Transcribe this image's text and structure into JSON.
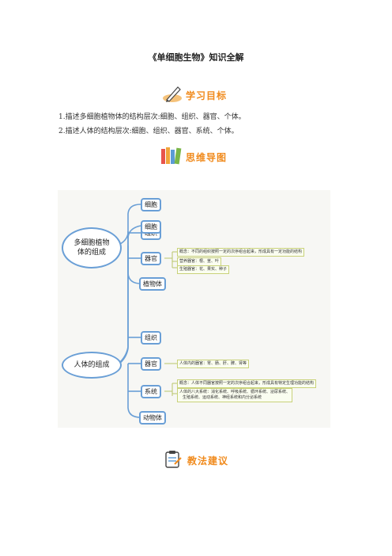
{
  "document": {
    "title": "《单细胞生物》知识全解"
  },
  "sections": {
    "goals_banner": "学习目标",
    "mindmap_banner": "思维导图",
    "teaching_banner": "教法建议"
  },
  "goals": [
    "1.描述多细胞植物体的结构层次:细胞、组织、器官、个体。",
    "2.描述人体的结构层次:细胞、组织、器官、系统、个体。"
  ],
  "plant_map": {
    "root": "多细胞植物体的组成",
    "nodes": [
      "细胞",
      "组织",
      "器官",
      "植物体"
    ],
    "notes": {
      "concept": "概念：不同的组织按照一定的次序组合起来，形成具有一定功能的结构",
      "nutrient": "营养器官：根、茎、叶",
      "reproductive": "生殖器官：花、果实、种子"
    }
  },
  "human_map": {
    "root": "人体的组成",
    "nodes": [
      "细胞",
      "组织",
      "器官",
      "系统",
      "动物体"
    ],
    "notes": {
      "organs": "人体内的器官：胃、肠、肝、脾、肾等",
      "concept": "概念：人体不同器官按照一定的次序组合起来，形成具有特定生理功能的结构",
      "systems_1": "人体的八大系统：消化系统、呼吸系统、循环系统、泌尿系统、",
      "systems_2": "生殖系统、运动系统、神经系统和内分泌系统"
    }
  },
  "colors": {
    "banner_orange": "#f08a1c",
    "node_border": "#6a9fd6",
    "note_border": "#c9d27a"
  }
}
